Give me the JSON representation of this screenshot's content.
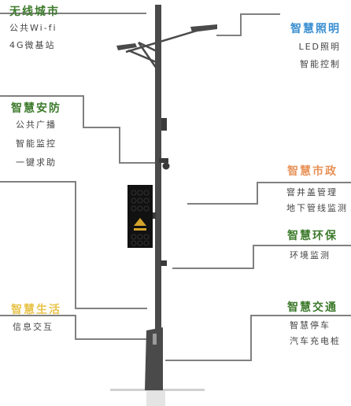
{
  "colors": {
    "pole": "#4a4a4a",
    "line": "#808080",
    "green": "#3d7a2c",
    "blue": "#3a8fd1",
    "orange": "#e8935a",
    "yellow": "#e8c34a",
    "desc": "#444444"
  },
  "sections": {
    "wireless_city": {
      "title": "无线城市",
      "items": [
        "公共Wi-fi",
        "4G微基站"
      ]
    },
    "smart_lighting": {
      "title": "智慧照明",
      "items": [
        "LED照明",
        "智能控制"
      ]
    },
    "smart_security": {
      "title": "智慧安防",
      "items": [
        "公共广播",
        "智能监控",
        "一键求助"
      ]
    },
    "smart_municipal": {
      "title": "智慧市政",
      "items": [
        "窨井盖管理",
        "地下管线监测"
      ]
    },
    "smart_environment": {
      "title": "智慧环保",
      "items": [
        "环境监测"
      ]
    },
    "smart_life": {
      "title": "智慧生活",
      "items": [
        "信息交互"
      ]
    },
    "smart_traffic": {
      "title": "智慧交通",
      "items": [
        "智慧停车",
        "汽车充电桩"
      ]
    }
  }
}
